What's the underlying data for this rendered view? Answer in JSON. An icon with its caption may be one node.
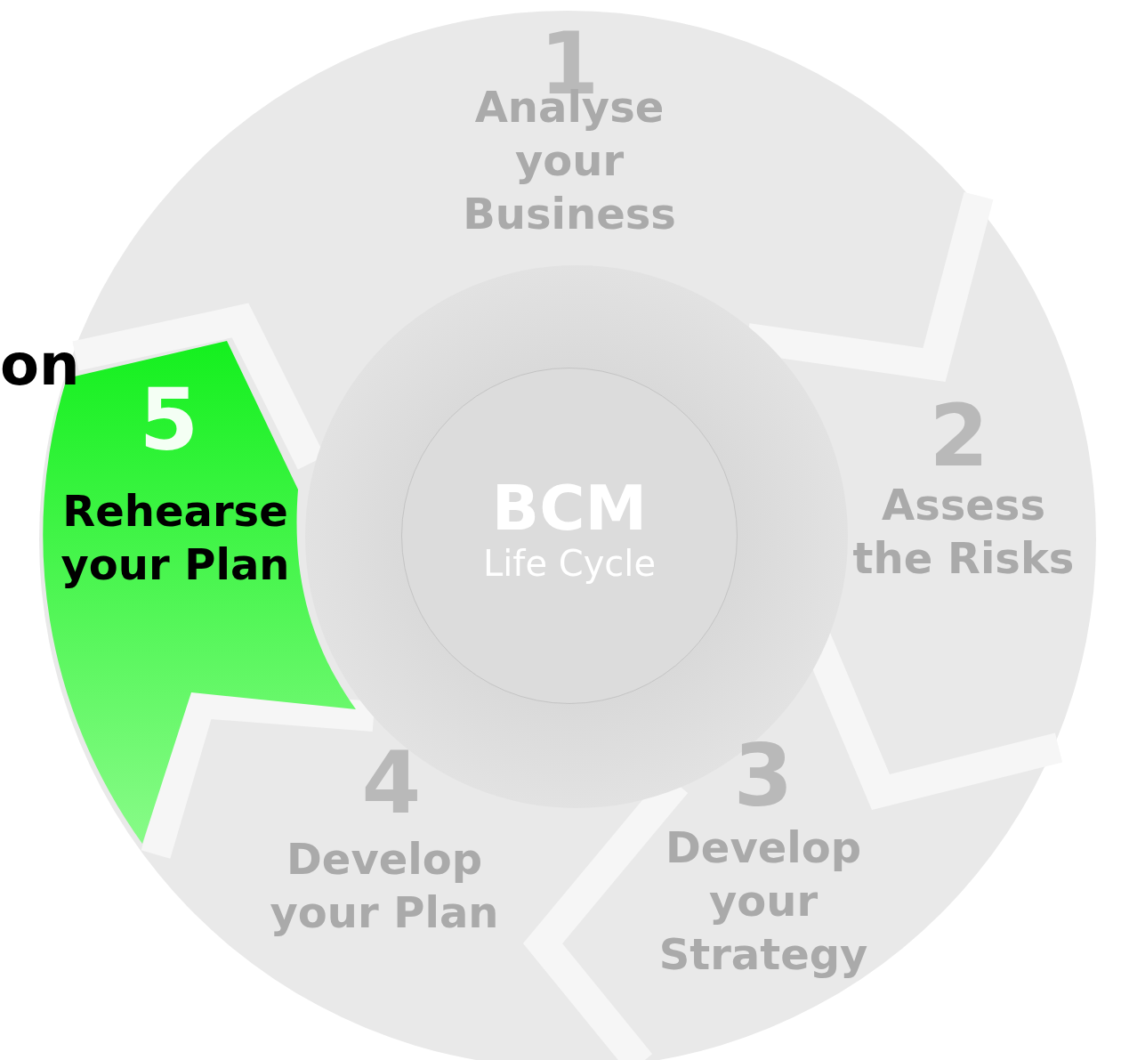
{
  "diagram": {
    "nodes": [
      {
        "text": [
          "1",
          "Analyse your Business"
        ]
      },
      {
        "text": [
          "2",
          "Assess the Risks"
        ]
      },
      {
        "text": [
          "3",
          "Develop your Strategy"
        ]
      },
      {
        "text": [
          "4",
          "Develop your Plan"
        ]
      },
      {
        "text": [
          "5",
          "Rehearse your Plan"
        ]
      },
      {
        "text": [
          "BCM",
          "Life Cycle"
        ]
      }
    ],
    "labels": [
      "on"
    ]
  }
}
